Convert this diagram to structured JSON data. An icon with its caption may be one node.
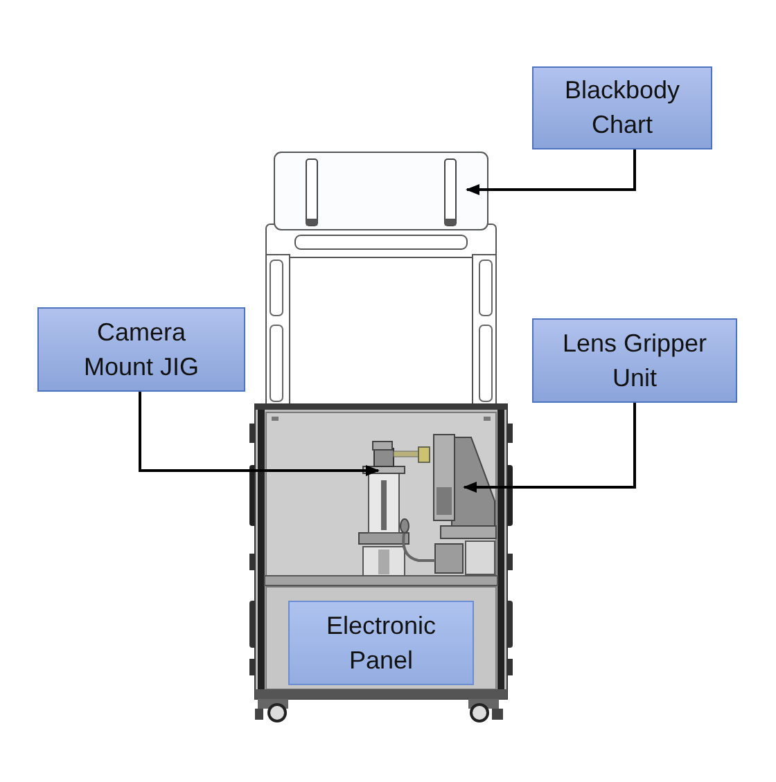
{
  "diagram": {
    "nodes": [
      {
        "text": [
          "Blackbody Chart"
        ]
      },
      {
        "text": [
          "Camera Mount JIG"
        ]
      },
      {
        "text": [
          "Lens Gripper Unit"
        ]
      },
      {
        "text": [
          "Electronic Panel"
        ]
      }
    ],
    "edges": [
      {
        "from": 0,
        "to": null,
        "arrow": "to"
      },
      {
        "from": 1,
        "to": null,
        "arrow": "to"
      },
      {
        "from": 2,
        "to": null,
        "arrow": "to"
      }
    ]
  }
}
